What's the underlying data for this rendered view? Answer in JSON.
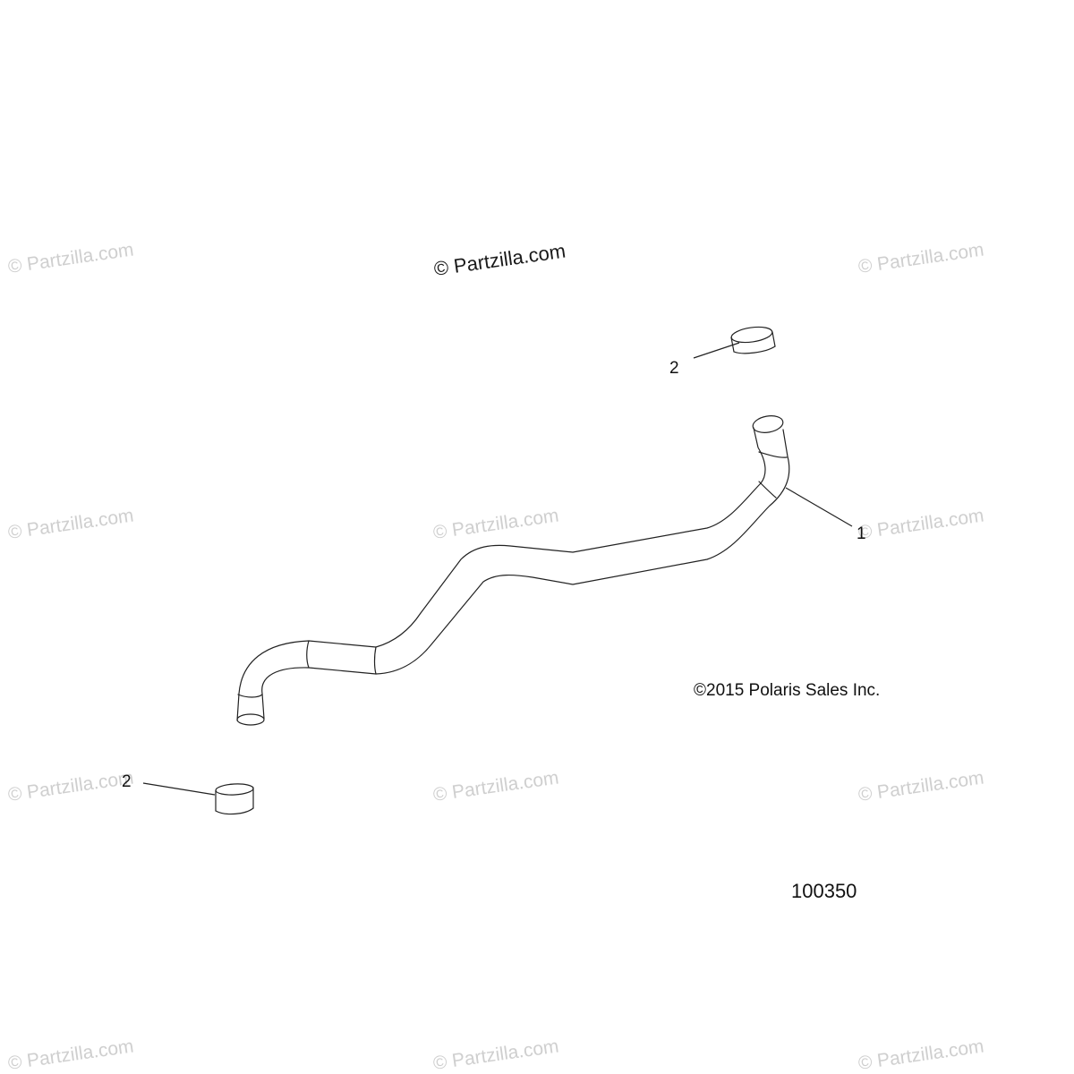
{
  "watermark": {
    "text": "© Partzilla.com"
  },
  "copyright": "©2015 Polaris Sales Inc.",
  "figure_number": "100350",
  "callouts": [
    {
      "label": "1"
    },
    {
      "label": "2"
    },
    {
      "label": "2"
    }
  ]
}
